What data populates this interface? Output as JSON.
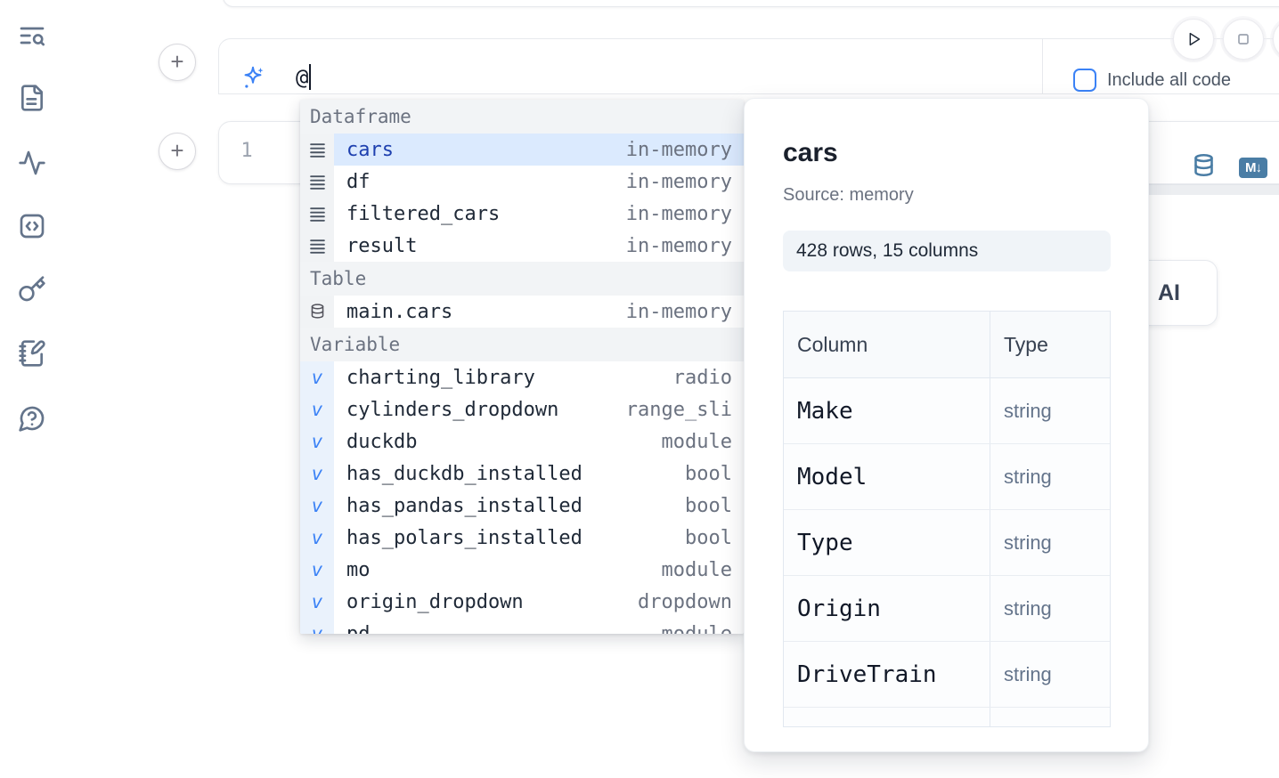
{
  "sidebar": {
    "icons": [
      {
        "name": "text-search"
      },
      {
        "name": "file-text"
      },
      {
        "name": "activity"
      },
      {
        "name": "code-square"
      },
      {
        "name": "key"
      },
      {
        "name": "notebook-pen"
      },
      {
        "name": "help-chat"
      }
    ]
  },
  "toolbar": {
    "include_all_code_label": "Include all code",
    "checkbox_checked": false
  },
  "ai_input": {
    "value": "@"
  },
  "code_cell": {
    "line_number": "1"
  },
  "icons": {
    "variable_glyph": "v",
    "markdown_badge": "M↓"
  },
  "autocomplete": {
    "sections": [
      {
        "label": "Dataframe",
        "items": [
          {
            "name": "cars",
            "type": "in-memory",
            "selected": true
          },
          {
            "name": "df",
            "type": "in-memory"
          },
          {
            "name": "filtered_cars",
            "type": "in-memory"
          },
          {
            "name": "result",
            "type": "in-memory"
          }
        ]
      },
      {
        "label": "Table",
        "items": [
          {
            "name": "main.cars",
            "type": "in-memory"
          }
        ]
      },
      {
        "label": "Variable",
        "items": [
          {
            "name": "charting_library",
            "type": "radio"
          },
          {
            "name": "cylinders_dropdown",
            "type": "range_sli"
          },
          {
            "name": "duckdb",
            "type": "module"
          },
          {
            "name": "has_duckdb_installed",
            "type": "bool"
          },
          {
            "name": "has_pandas_installed",
            "type": "bool"
          },
          {
            "name": "has_polars_installed",
            "type": "bool"
          },
          {
            "name": "mo",
            "type": "module"
          },
          {
            "name": "origin_dropdown",
            "type": "dropdown"
          },
          {
            "name": "pd",
            "type": "module"
          }
        ]
      }
    ]
  },
  "preview": {
    "title": "cars",
    "source_label": "Source: memory",
    "shape_badge": "428 rows, 15 columns",
    "table": {
      "col_header": "Column",
      "type_header": "Type",
      "rows": [
        {
          "column": "Make",
          "type": "string"
        },
        {
          "column": "Model",
          "type": "string"
        },
        {
          "column": "Type",
          "type": "string"
        },
        {
          "column": "Origin",
          "type": "string"
        },
        {
          "column": "DriveTrain",
          "type": "string"
        },
        {
          "column": "",
          "type": ""
        }
      ]
    }
  },
  "ai_button": {
    "visible_label": "AI"
  },
  "colors": {
    "accent": "#3b82f6",
    "steel_blue": "#4a7da5",
    "selected_row_bg": "#dbeafe",
    "selected_row_text": "#1e40af",
    "icon_slate": "#64748b"
  }
}
